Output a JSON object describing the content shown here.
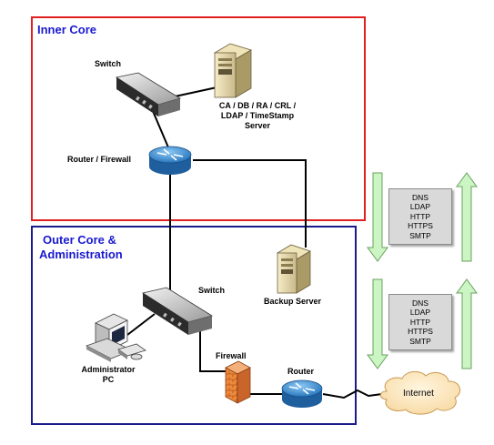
{
  "zones": {
    "inner": {
      "title": "Inner Core",
      "border_color": "#e02020"
    },
    "outer": {
      "title_line1": "Outer Core &",
      "title_line2": "Administration",
      "border_color": "#1a1a8c"
    }
  },
  "nodes": {
    "inner_switch": "Switch",
    "ca_server_line1": "CA / DB / RA / CRL /",
    "ca_server_line2": "LDAP / TimeStamp",
    "ca_server_line3": "Server",
    "router_firewall": "Router / Firewall",
    "outer_switch": "Switch",
    "backup_server": "Backup Server",
    "admin_pc_line1": "Administrator",
    "admin_pc_line2": "PC",
    "firewall": "Firewall",
    "router": "Router",
    "internet": "Internet"
  },
  "protocol_groups": [
    {
      "items": [
        "DNS",
        "LDAP",
        "HTTP",
        "HTTPS",
        "SMTP"
      ]
    },
    {
      "items": [
        "DNS",
        "LDAP",
        "HTTP",
        "HTTPS",
        "SMTP"
      ]
    }
  ],
  "colors": {
    "zone_title": "#1a1ad0",
    "arrow_fill": "#ccf5c4",
    "arrow_stroke": "#6aa05e",
    "router_blue": "#3a8fd8",
    "cloud_fill": "#fde9c4",
    "firewall_brick": "#e8823a"
  }
}
